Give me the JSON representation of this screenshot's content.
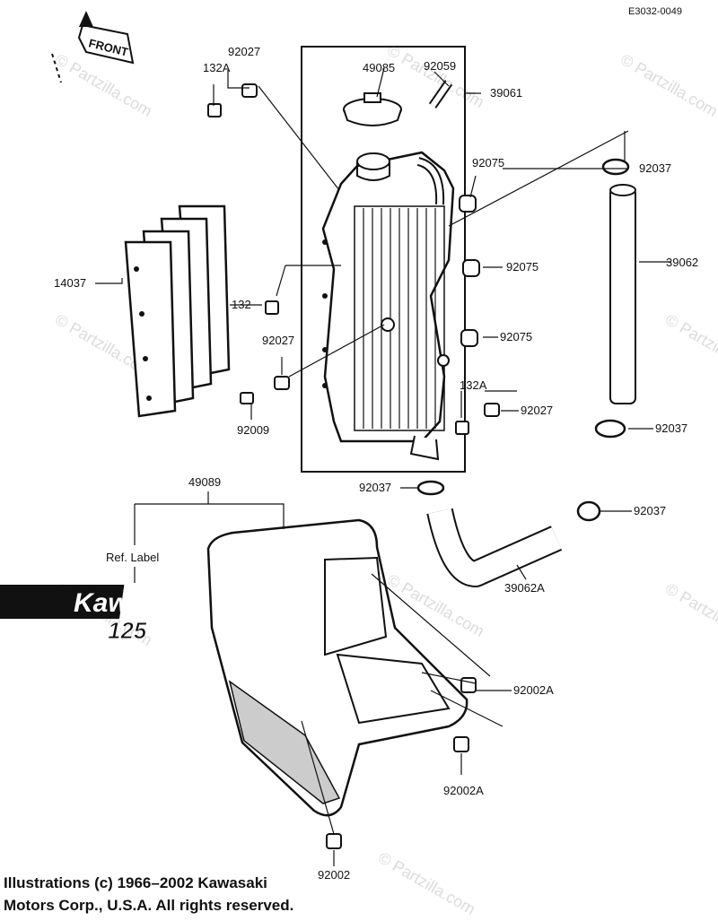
{
  "diagram": {
    "ref_code": "E3032-0049",
    "front_label": "FRONT",
    "part_labels": {
      "p132A_top": "132A",
      "p92027_top": "92027",
      "p49085": "49085",
      "p92059": "92059",
      "p39061": "39061",
      "p92075_a": "92075",
      "p92037_top": "92037",
      "p14037": "14037",
      "p92075_b": "92075",
      "p39062": "39062",
      "p132": "132",
      "p92027_mid": "92027",
      "p92075_c": "92075",
      "p132A_low": "132A",
      "p92027_low": "92027",
      "p92009": "92009",
      "p92037_mid": "92037",
      "p49089": "49089",
      "p92037_hose": "92037",
      "p92037_right": "92037",
      "ref_label": "Ref. Label",
      "p39062A": "39062A",
      "p92002A_a": "92002A",
      "p92002A_b": "92002A",
      "p92002": "92002"
    },
    "brand_logo_text": "Kawasaki",
    "model_logo_text": "125",
    "watermark": "© Partzilla.com"
  },
  "copyright": {
    "line1": "Illustrations (c) 1966–2002 Kawasaki",
    "line2": "Motors Corp., U.S.A.  All rights reserved."
  }
}
